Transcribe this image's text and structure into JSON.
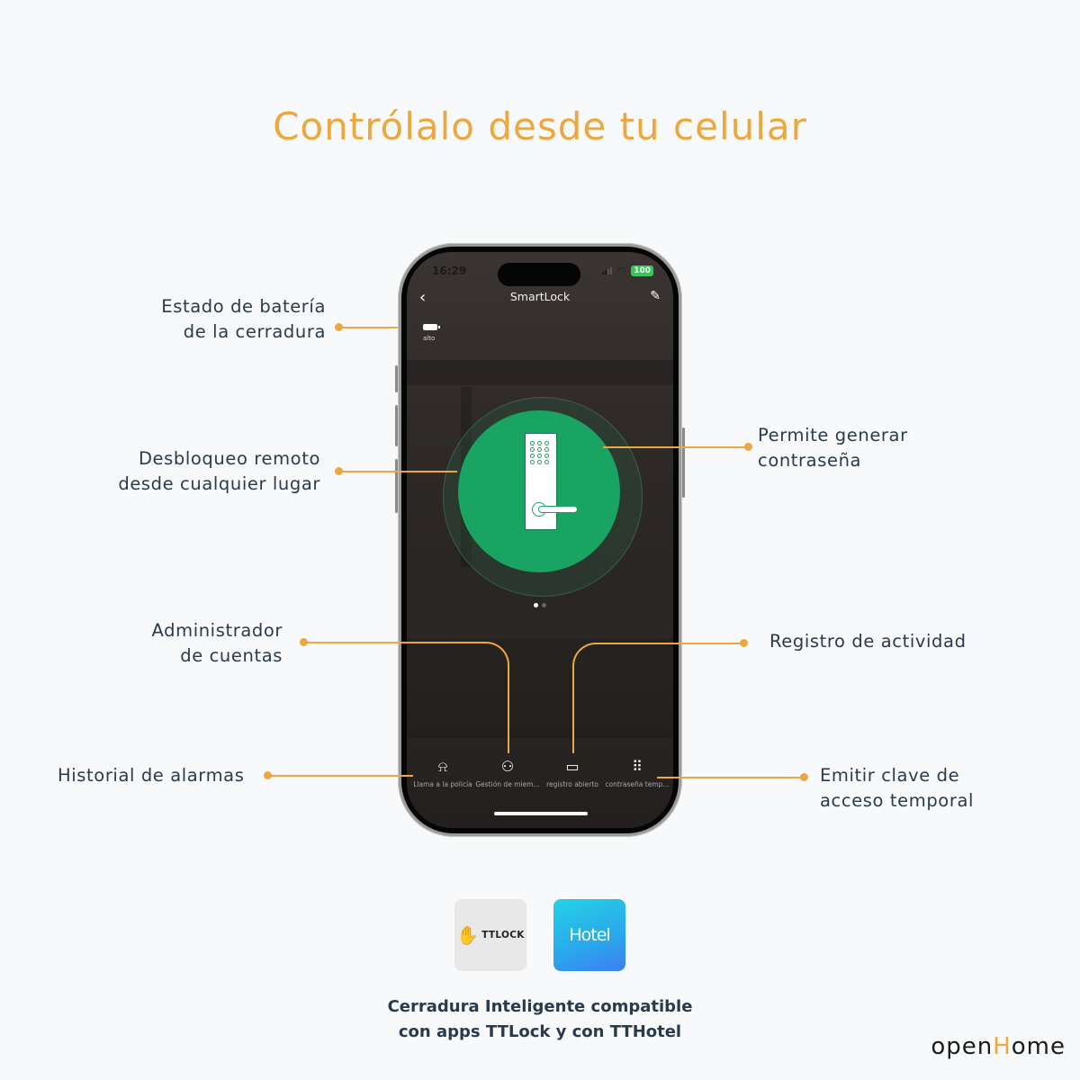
{
  "title": "Contrólalo desde tu celular",
  "annotations": {
    "battery": {
      "line1": "Estado de batería",
      "line2": "de la cerradura"
    },
    "remote_unlock": {
      "line1": "Desbloqueo remoto",
      "line2": "desde cualquier lugar"
    },
    "accounts": {
      "line1": "Administrador",
      "line2": "de cuentas"
    },
    "alarms": {
      "line1": "Historial de alarmas"
    },
    "password": {
      "line1": "Permite generar",
      "line2": "contraseña"
    },
    "activity": {
      "line1": "Registro de actividad"
    },
    "temp_key": {
      "line1": "Emitir clave de",
      "line2": "acceso temporal"
    }
  },
  "phone": {
    "status_time": "16:29",
    "battery_pct": "100",
    "nav_title": "SmartLock",
    "back_icon": "‹",
    "edit_icon": "✎",
    "lock_battery_label": "alto",
    "page_dots": 2,
    "tabs": [
      {
        "icon": "alarm-light-icon",
        "glyph": "🚨",
        "label": "Llama a la policía"
      },
      {
        "icon": "users-icon",
        "glyph": "👥",
        "label": "Gestión de miem..."
      },
      {
        "icon": "calendar-icon",
        "glyph": "📅",
        "label": "registro abierto"
      },
      {
        "icon": "keypad-icon",
        "glyph": "⠿",
        "label": "contraseña temp..."
      }
    ]
  },
  "apps": {
    "ttlock": {
      "name": "TTLOCK",
      "icon": "hand-key-icon"
    },
    "tthotel": {
      "name": "Hotel",
      "icon": "hotel-wifi-icon"
    }
  },
  "caption": {
    "line1": "Cerradura Inteligente compatible",
    "line2": "con apps TTLock y con TTHotel"
  },
  "brand": {
    "pre": "open",
    "h": "H",
    "post": "ome"
  },
  "colors": {
    "accent": "#eca73f",
    "text": "#2c3a4a",
    "lock_green": "#1aa463",
    "background": "#f7f9fb"
  }
}
